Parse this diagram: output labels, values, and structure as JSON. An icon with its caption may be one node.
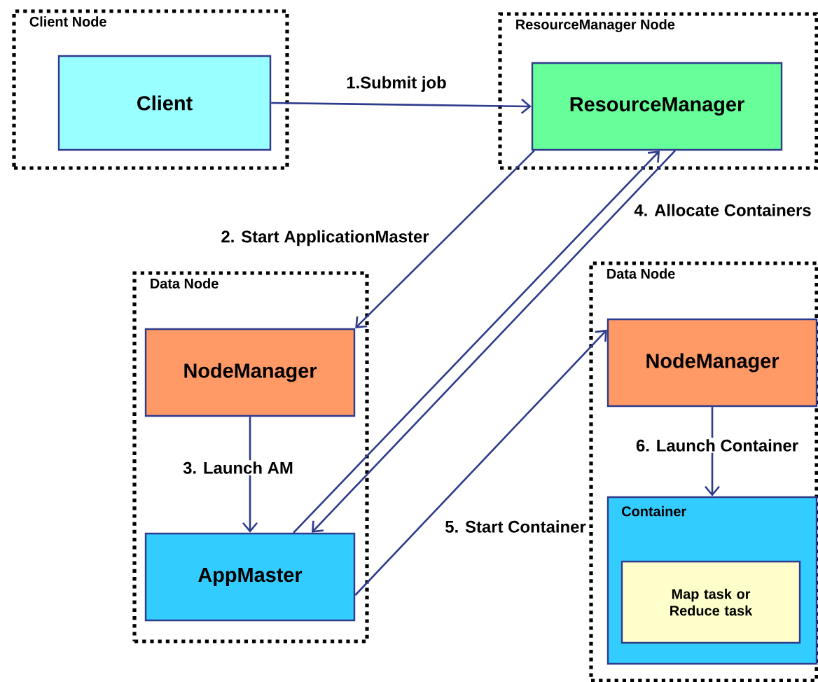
{
  "diagram": {
    "nodes": [
      {
        "text": [
          "Client Node"
        ]
      },
      {
        "text": [
          "Client"
        ],
        "in": 0
      },
      {
        "text": [
          "ResourceManager Node"
        ]
      },
      {
        "text": [
          "ResourceManager"
        ],
        "in": 2
      },
      {
        "text": [
          "Data Node"
        ]
      },
      {
        "text": [
          "NodeManager"
        ],
        "in": 4
      },
      {
        "text": [
          "AppMaster"
        ],
        "in": 4
      },
      {
        "text": [
          "Data Node"
        ]
      },
      {
        "text": [
          "NodeManager"
        ],
        "in": 7
      },
      {
        "text": [
          "Container"
        ],
        "in": 7
      },
      {
        "text": [
          "Map task or Reduce task"
        ],
        "in": 9
      }
    ],
    "edges": [
      {
        "from": 1,
        "to": 3,
        "arrow": "to",
        "label": "1.Submit job"
      },
      {
        "from": 3,
        "to": 5,
        "arrow": "to",
        "label": "2. Start ApplicationMaster"
      },
      {
        "from": 6,
        "to": 3,
        "arrow": "to"
      },
      {
        "from": 3,
        "to": 6,
        "arrow": "to",
        "label": "4. Allocate Containers"
      },
      {
        "from": 5,
        "to": 6,
        "arrow": "to",
        "label": "3. Launch AM"
      },
      {
        "from": 6,
        "to": 8,
        "arrow": "to",
        "label": "5. Start Container"
      },
      {
        "from": 8,
        "to": 9,
        "arrow": "to",
        "label": "6. Launch Container"
      }
    ]
  }
}
